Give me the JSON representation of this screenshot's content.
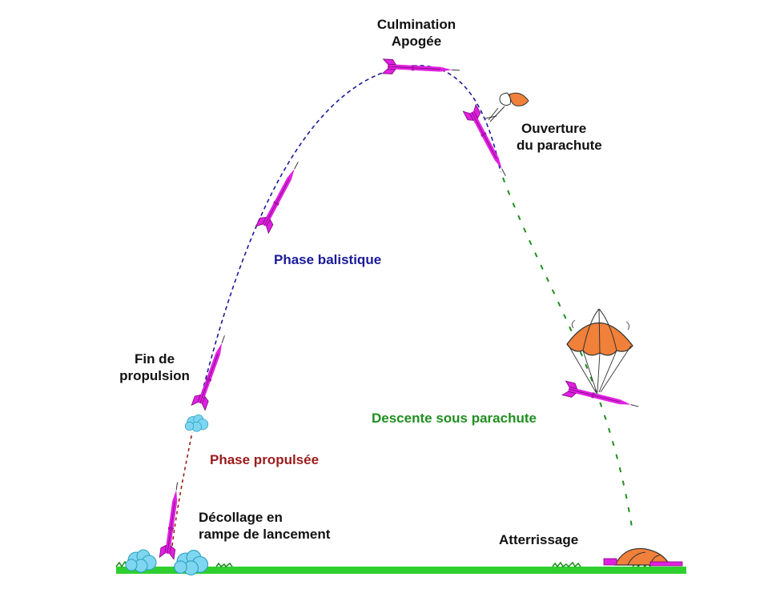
{
  "labels": {
    "apogee_line1": "Culmination",
    "apogee_line2": "Apogée",
    "parachute_open_line1": "Ouverture",
    "parachute_open_line2": "du parachute",
    "ballistic_phase": "Phase balistique",
    "end_propulsion_line1": "Fin de",
    "end_propulsion_line2": "propulsion",
    "powered_phase": "Phase propulsée",
    "liftoff_line1": "Décollage en",
    "liftoff_line2": "rampe de lancement",
    "descent": "Descente sous parachute",
    "landing": "Atterrissage"
  },
  "colors": {
    "ballistic": "#1a1a9a",
    "powered": "#9b1b1b",
    "descent": "#1f8f1f",
    "rocket": "#e020e0",
    "parachute": "#f0803a",
    "smoke": "#7fd6f0",
    "ground": "#2fcf2f",
    "text": "#111111"
  },
  "icons": {
    "rocket": "rocket-icon",
    "parachute": "parachute-icon",
    "smoke": "smoke-cloud-icon",
    "ground": "grass-ground-icon"
  }
}
